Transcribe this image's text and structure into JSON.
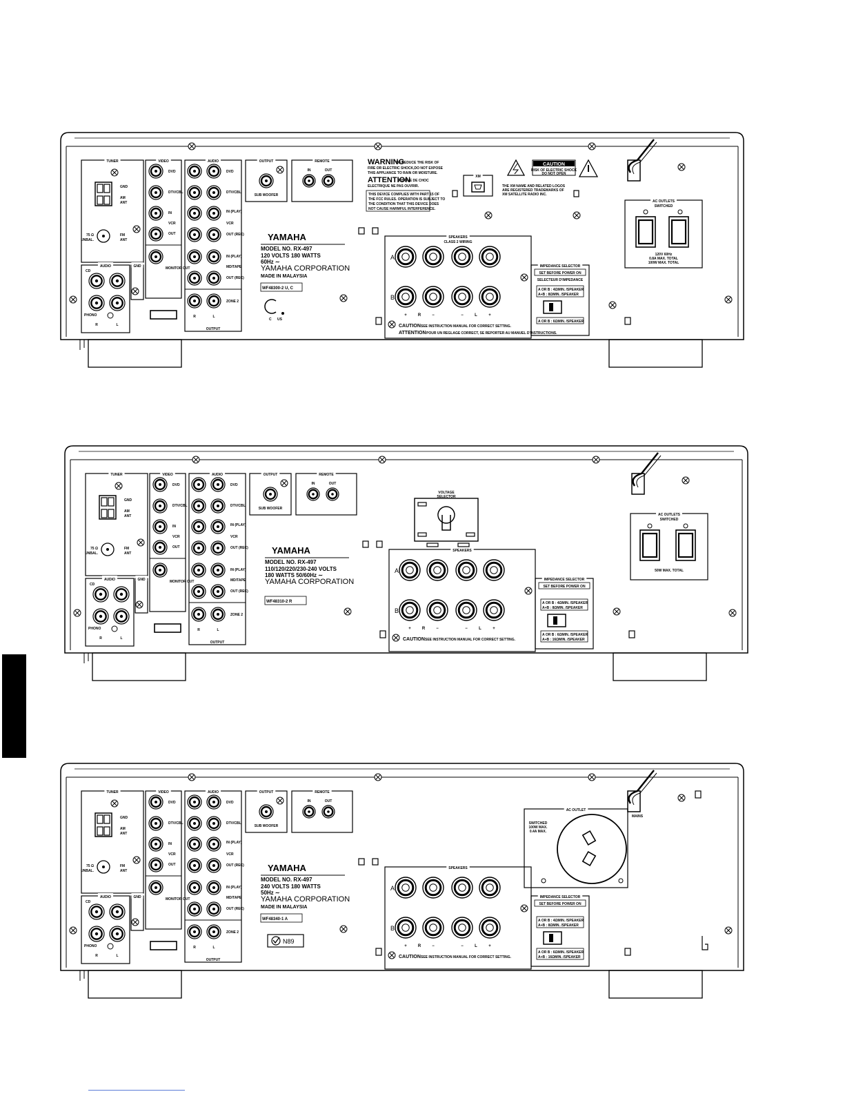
{
  "panels": [
    {
      "id": "U",
      "tuner": {
        "title": "TUNER",
        "gnd": "GND",
        "am": [
          "AM",
          "ANT"
        ],
        "fm": [
          "FM",
          "ANT"
        ],
        "fm75": [
          "75 Ω",
          "UNBAL."
        ]
      },
      "audio_in": {
        "title": "AUDIO",
        "cd": "CD",
        "phono": "PHONO",
        "gnd": "GND",
        "r": "R",
        "l": "L"
      },
      "video": {
        "title": "VIDEO",
        "labels": [
          "DVD",
          "DTV/CBL",
          "IN",
          "VCR",
          "OUT"
        ],
        "monitor": "MONITOR OUT"
      },
      "audio": {
        "title": "AUDIO",
        "labels": [
          "DVD",
          "DTV/CBL",
          "IN (PLAY)",
          "VCR",
          "OUT (REC)",
          "IN (PLAY)",
          "MD/TAPE",
          "OUT (REC)"
        ],
        "zone": "ZONE 2",
        "output": "OUTPUT",
        "r": "R",
        "l": "L"
      },
      "output": {
        "title": "OUTPUT",
        "sub": "SUB WOOFER"
      },
      "remote": {
        "title": "REMOTE",
        "in": "IN",
        "out": "OUT"
      },
      "warning": {
        "w1_title": "WARNING",
        "w1": [
          "TO REDUCE THE RISK OF",
          "FIRE OR ELECTRIC SHOCK,DO NOT EXPOSE",
          "THIS APPLIANCE TO RAIN OR MOISTURE."
        ],
        "w2_title": "ATTENTION",
        "w2": [
          "RISQUE DE CHOC",
          "ELECTRIQUE NE PAS OUVRIR."
        ],
        "fcc": [
          "THIS DEVICE COMPLIES WITH PART 15 OF",
          "THE FCC RULES. OPERATION IS SUBJECT TO",
          "THE CONDITION THAT THIS DEVICE DOES",
          "NOT CAUSE HARMFUL INTERFERENCE."
        ]
      },
      "xm": {
        "label": "XM",
        "note": [
          "THE XM NAME AND RELATED LOGOS",
          "ARE REGISTERED TRADEMARKS OF",
          "XM SATELLITE RADIO INC."
        ]
      },
      "caution_box": {
        "title": "CAUTION",
        "lines": [
          "RISK OF ELECTRIC SHOCK",
          "DO NOT OPEN"
        ]
      },
      "label": {
        "brand": "YAMAHA",
        "model": "MODEL NO.  RX-497",
        "lines": [
          "120 VOLTS    180 WATTS",
          "60Hz  ∼"
        ],
        "corp": "YAMAHA CORPORATION",
        "made": "MADE IN MALAYSIA",
        "serial": "WF48300-2 U, C"
      },
      "csa": [
        "C",
        "US"
      ],
      "speakers": {
        "title": "SPEAKERS",
        "sub": "CLASS 2 WIRING",
        "a": "A",
        "b": "B",
        "plus": "+",
        "minus": "−",
        "r": "R",
        "l": "L",
        "caution": "CAUTION",
        "caution_text": "SEE INSTRUCTION MANUAL FOR CORRECT SETTING.",
        "attention": "ATTENTION",
        "attention_text": "POUR UN REGLAGE CORRECT,  SE REPORTER AU MANUEL D'INSTRUCTIONS."
      },
      "impedance": {
        "title": "IMPEDANCE SELECTOR",
        "set": "SET BEFORE POWER ON",
        "set2": "SELECTEUR D'IMPEDANCE",
        "upper": [
          "A OR B : 4ΩMIN. /SPEAKER",
          "A+B : 8ΩMIN. /SPEAKER"
        ],
        "lower": [
          "A OR B : 6ΩMIN. /SPEAKER"
        ]
      },
      "ac": {
        "title": "AC OUTLETS",
        "sub": "SWITCHED",
        "spec": [
          "120V 60Hz",
          "0.8A MAX. TOTAL",
          "100W MAX. TOTAL"
        ]
      }
    },
    {
      "id": "R",
      "tuner": {
        "title": "TUNER",
        "gnd": "GND",
        "am": [
          "AM",
          "ANT"
        ],
        "fm": [
          "FM",
          "ANT"
        ],
        "fm75": [
          "75 Ω",
          "UNBAL."
        ]
      },
      "audio_in": {
        "title": "AUDIO",
        "cd": "CD",
        "phono": "PHONO",
        "gnd": "GND",
        "r": "R",
        "l": "L"
      },
      "video": {
        "title": "VIDEO",
        "labels": [
          "DVD",
          "DTV/CBL",
          "IN",
          "VCR",
          "OUT"
        ],
        "monitor": "MONITOR OUT"
      },
      "audio": {
        "title": "AUDIO",
        "labels": [
          "DVD",
          "DTV/CBL",
          "IN (PLAY)",
          "VCR",
          "OUT (REC)",
          "IN (PLAY)",
          "MD/TAPE",
          "OUT (REC)"
        ],
        "zone": "ZONE 2",
        "output": "OUTPUT",
        "r": "R",
        "l": "L"
      },
      "output": {
        "title": "OUTPUT",
        "sub": "SUB WOOFER"
      },
      "remote": {
        "title": "REMOTE",
        "in": "IN",
        "out": "OUT"
      },
      "voltage": [
        "VOLTAGE",
        "SELECTOR"
      ],
      "label": {
        "brand": "YAMAHA",
        "model": "MODEL NO.  RX-497",
        "lines": [
          "110/120/220/230-240 VOLTS",
          "180 WATTS 50/60Hz  ∼"
        ],
        "corp": "YAMAHA CORPORATION",
        "serial": "WF48310-2 R"
      },
      "speakers": {
        "title": "SPEAKERS",
        "a": "A",
        "b": "B",
        "plus": "+",
        "minus": "−",
        "r": "R",
        "l": "L",
        "caution": "CAUTION",
        "caution_text": "SEE INSTRUCTION MANUAL FOR CORRECT SETTING."
      },
      "impedance": {
        "title": "IMPEDANCE SELECTOR",
        "set": "SET BEFORE POWER ON",
        "upper": [
          "A OR B : 4ΩMIN. /SPEAKER",
          "A+B : 8ΩMIN. /SPEAKER"
        ],
        "lower": [
          "A OR B : 6ΩMIN. /SPEAKER",
          "A+B : 16ΩMIN. /SPEAKER"
        ]
      },
      "ac": {
        "title": "AC OUTLETS",
        "sub": "SWITCHED",
        "spec": [
          "50W MAX. TOTAL"
        ]
      }
    },
    {
      "id": "A",
      "tuner": {
        "title": "TUNER",
        "gnd": "GND",
        "am": [
          "AM",
          "ANT"
        ],
        "fm": [
          "FM",
          "ANT"
        ],
        "fm75": [
          "75 Ω",
          "UNBAL."
        ]
      },
      "audio_in": {
        "title": "AUDIO",
        "cd": "CD",
        "phono": "PHONO",
        "gnd": "GND",
        "r": "R",
        "l": "L"
      },
      "video": {
        "title": "VIDEO",
        "labels": [
          "DVD",
          "DTV/CBL",
          "IN",
          "VCR",
          "OUT"
        ],
        "monitor": "MONITOR OUT"
      },
      "audio": {
        "title": "AUDIO",
        "labels": [
          "DVD",
          "DTV/CBL",
          "IN (PLAY)",
          "VCR",
          "OUT (REC)",
          "IN (PLAY)",
          "MD/TAPE",
          "OUT (REC)"
        ],
        "zone": "ZONE 2",
        "output": "OUTPUT",
        "r": "R",
        "l": "L"
      },
      "output": {
        "title": "OUTPUT",
        "sub": "SUB WOOFER"
      },
      "remote": {
        "title": "REMOTE",
        "in": "IN",
        "out": "OUT"
      },
      "label": {
        "brand": "YAMAHA",
        "model": "MODEL NO.  RX-497",
        "lines": [
          "240 VOLTS     180 WATTS",
          "50Hz  ∼"
        ],
        "corp": "YAMAHA CORPORATION",
        "made": "MADE IN MALAYSIA",
        "serial": "WF48340-1 A"
      },
      "n_mark": "N89",
      "speakers": {
        "title": "SPEAKERS",
        "a": "A",
        "b": "B",
        "plus": "+",
        "minus": "−",
        "r": "R",
        "l": "L",
        "caution": "CAUTION",
        "caution_text": "SEE INSTRUCTION MANUAL FOR CORRECT SETTING."
      },
      "impedance": {
        "title": "IMPEDANCE SELECTOR",
        "set": "SET BEFORE POWER ON",
        "upper": [
          "A OR B : 4ΩMIN. /SPEAKER",
          "A+B : 8ΩMIN. /SPEAKER"
        ],
        "lower": [
          "A OR B : 6ΩMIN. /SPEAKER",
          "A+B : 16ΩMIN. /SPEAKER"
        ]
      },
      "ac": {
        "title": "AC OUTLET",
        "spec": [
          "SWITCHED",
          "100W MAX.",
          "0.4A MAX."
        ]
      },
      "mains": "MAINS"
    }
  ]
}
